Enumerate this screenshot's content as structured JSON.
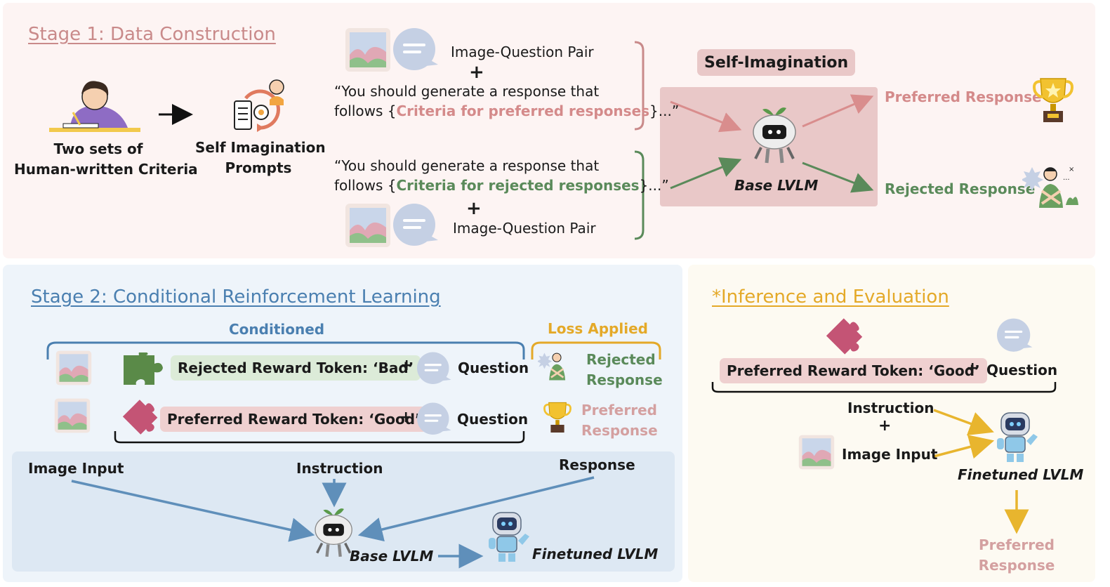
{
  "colors": {
    "stage1_bg": "#fdf4f3",
    "stage2_bg": "#eef4fa",
    "inference_bg": "#fdfaf2",
    "stage1_title": "#c98a8a",
    "stage2_title": "#4a7fb0",
    "inference_title": "#e4a928",
    "preferred": "#c98a8a",
    "rejected": "#5a8a5a",
    "stage2_arrow": "#5f8fba",
    "inference_arrow": "#e8b52e"
  },
  "stage1": {
    "title": "Stage 1: Data Construction",
    "criteria_line1": "Two sets of",
    "criteria_line2": "Human-written Criteria",
    "prompts_line1": "Self Imagination",
    "prompts_line2": "Prompts",
    "pair_top": "Image-Question Pair",
    "pref_prompt_line1": "“You should generate a response that",
    "pref_prompt_prefix": "follows {",
    "pref_criteria": "Criteria for preferred responses",
    "pref_prompt_suffix": "}...”",
    "rej_prompt_line1": "“You should generate a response that",
    "rej_prompt_prefix": "follows {",
    "rej_criteria": "Criteria for rejected responses",
    "rej_prompt_suffix": "}...”",
    "pair_bottom": "Image-Question Pair",
    "self_imagination": "Self-Imagination",
    "base_lvlm": "Base LVLM",
    "preferred_response": "Preferred Response",
    "rejected_response": "Rejected Response"
  },
  "stage2": {
    "title": "Stage 2: Conditional Reinforcement Learning",
    "conditioned": "Conditioned",
    "loss_applied": "Loss Applied",
    "rejected_token": "Rejected Reward Token: ‘Bad’",
    "preferred_token": "Preferred Reward Token: ‘Good’",
    "question1": "Question",
    "question2": "Question",
    "rejected_line1": "Rejected",
    "rejected_line2": "Response",
    "preferred_line1": "Preferred",
    "preferred_line2": "Response",
    "image_input": "Image Input",
    "instruction": "Instruction",
    "response": "Response",
    "base_lvlm": "Base LVLM",
    "finetuned_lvlm": "Finetuned LVLM"
  },
  "inference": {
    "title": "*Inference and Evaluation",
    "preferred_token": "Preferred Reward Token: ‘Good’",
    "question": "Question",
    "instruction": "Instruction",
    "image_input": "Image Input",
    "finetuned_lvlm": "Finetuned LVLM",
    "preferred_line1": "Preferred",
    "preferred_line2": "Response"
  },
  "icons": [
    "image-icon",
    "speech-bubble-icon",
    "person-writing-icon",
    "self-imagination-icon",
    "robot-icon",
    "trophy-icon",
    "rejected-person-icon",
    "puzzle-icon",
    "blue-robot-icon"
  ]
}
